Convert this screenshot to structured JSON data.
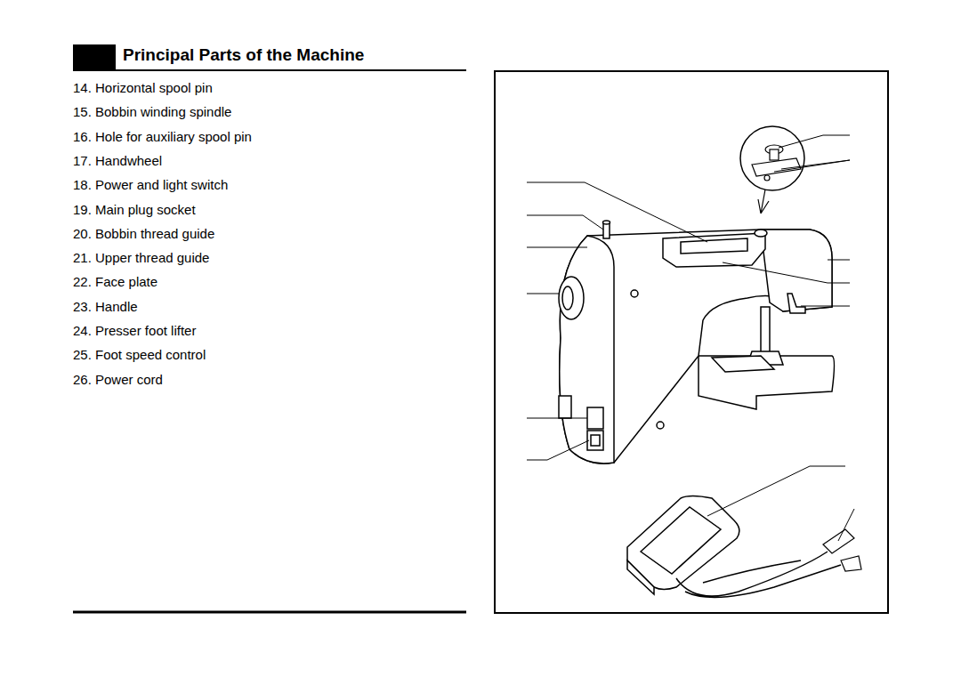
{
  "diagram": {
    "title": "Principal Parts of the Machine",
    "labels": [
      "14. Horizontal spool pin",
      "15. Bobbin winding spindle",
      "16. Hole for auxiliary spool pin",
      "17. Handwheel",
      "18. Power and light switch",
      "19. Main plug socket",
      "20. Bobbin thread guide",
      "21. Upper thread guide",
      "22. Face plate",
      "23. Handle",
      "24. Presser foot lifter",
      "25. Foot speed control",
      "26. Power cord"
    ]
  }
}
